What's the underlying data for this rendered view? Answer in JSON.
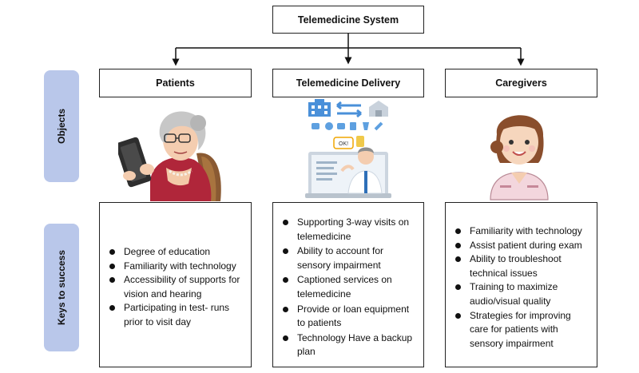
{
  "diagram": {
    "root": "Telemedicine System",
    "columns": [
      {
        "label": "Patients"
      },
      {
        "label": "Telemedicine Delivery"
      },
      {
        "label": "Caregivers"
      }
    ],
    "rows": [
      {
        "label": "Objects"
      },
      {
        "label": "Keys to success"
      }
    ],
    "keys": {
      "patients": [
        "Degree of education",
        "Familiarity with technology",
        "Accessibility of supports for vision and hearing",
        "Participating in test- runs prior to visit day"
      ],
      "delivery": [
        "Supporting 3-way visits on telemedicine",
        "Ability to account for sensory impairment",
        "Captioned services on telemedicine",
        "Provide or loan equipment to patients",
        "Technology Have a backup plan"
      ],
      "caregivers": [
        "Familiarity with technology",
        "Assist patient during exam",
        "Ability to troubleshoot technical issues",
        "Training to maximize audio/visual quality",
        "Strategies for improving care for patients with sensory impairment"
      ]
    },
    "illustrations": {
      "patients": "elderly-woman-with-tablet",
      "delivery": "laptop-doctor-video-call",
      "caregivers": "caregiver-nurse"
    },
    "chat_bubble_text": "OK!",
    "colors": {
      "side_label_bg": "#b9c7ea",
      "icon_blue": "#4a90d9",
      "line": "#222222"
    }
  }
}
